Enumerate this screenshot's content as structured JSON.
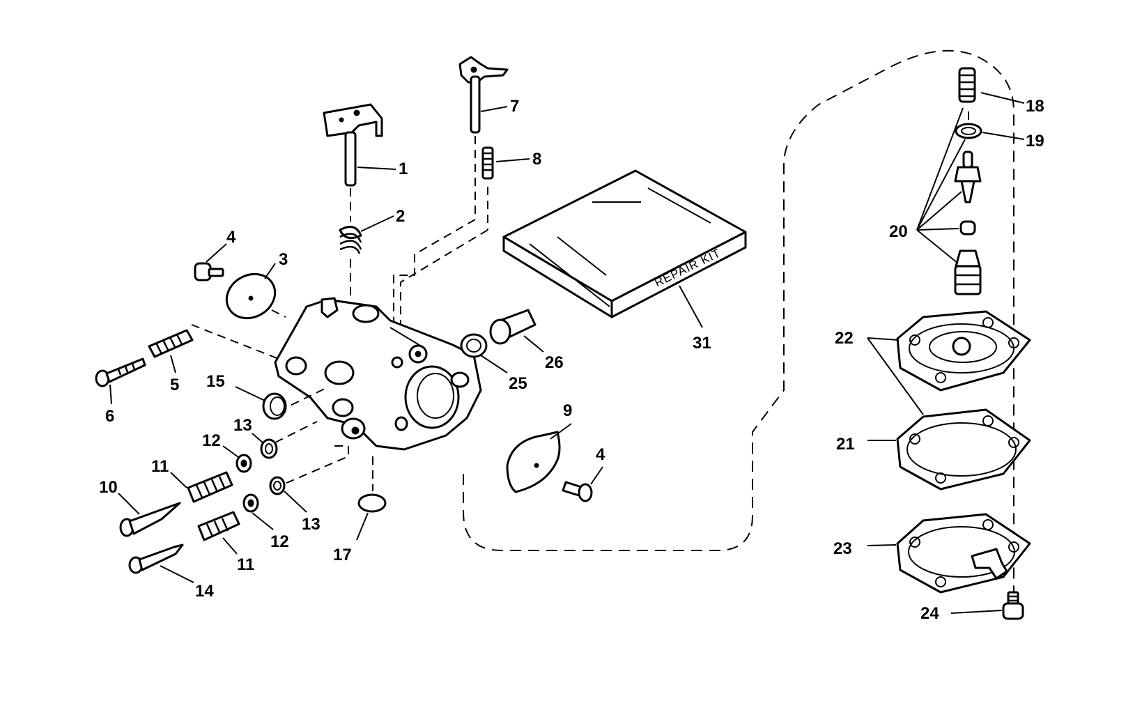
{
  "kit_label": "REPAIR KIT",
  "callouts": {
    "c1": "1",
    "c2": "2",
    "c3": "3",
    "c4a": "4",
    "c4b": "4",
    "c5": "5",
    "c6": "6",
    "c7": "7",
    "c8": "8",
    "c9": "9",
    "c10": "10",
    "c11a": "11",
    "c11b": "11",
    "c12a": "12",
    "c12b": "12",
    "c13a": "13",
    "c13b": "13",
    "c14": "14",
    "c15": "15",
    "c17": "17",
    "c18": "18",
    "c19": "19",
    "c20": "20",
    "c21": "21",
    "c22": "22",
    "c23": "23",
    "c24": "24",
    "c25": "25",
    "c26": "26",
    "c31": "31"
  }
}
